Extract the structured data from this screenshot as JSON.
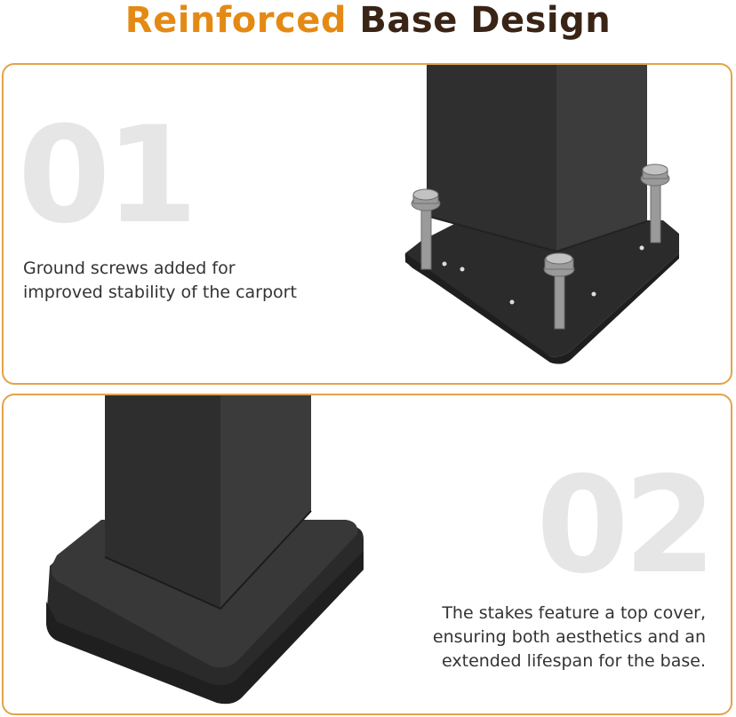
{
  "header": {
    "title_part1": "Reinforced",
    "title_part2": "Base Design"
  },
  "section1": {
    "number": "01",
    "description_lines": [
      "Ground screws added for",
      "improved stability of the carport"
    ],
    "image": "post-with-base-plate-and-ground-screws"
  },
  "section2": {
    "number": "02",
    "description_lines": [
      "The stakes feature a top cover,",
      "ensuring both aesthetics and an",
      "extended lifespan for the base."
    ],
    "image": "post-with-base-cover"
  },
  "colors": {
    "accent": "#e48a14",
    "dark_brown": "#3a2416",
    "border": "#e4a24a",
    "number_gray": "#e6e6e6",
    "post": "#2e2e2e"
  }
}
